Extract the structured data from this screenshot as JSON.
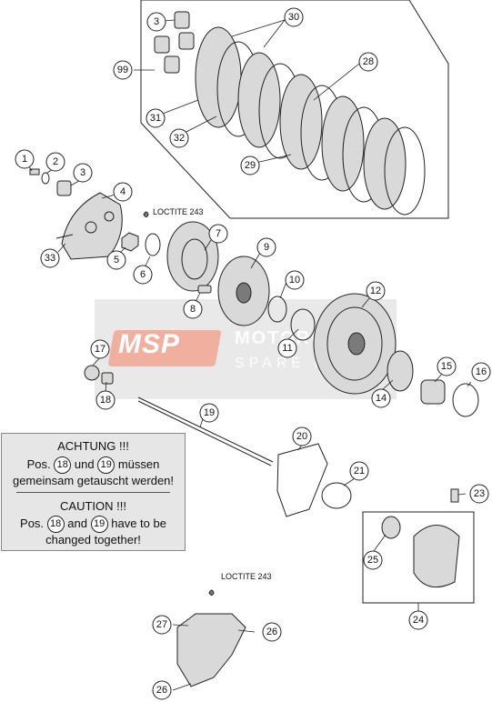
{
  "callouts": {
    "c1": "1",
    "c2": "2",
    "c3a": "3",
    "c3b": "3",
    "c4": "4",
    "c5": "5",
    "c6": "6",
    "c7": "7",
    "c8": "8",
    "c9": "9",
    "c10": "10",
    "c11": "11",
    "c12": "12",
    "c14": "14",
    "c15": "15",
    "c16": "16",
    "c17": "17",
    "c18": "18",
    "c19": "19",
    "c20": "20",
    "c21": "21",
    "c23": "23",
    "c24": "24",
    "c25": "25",
    "c26a": "26",
    "c26b": "26",
    "c27": "27",
    "c28": "28",
    "c29": "29",
    "c30": "30",
    "c31": "31",
    "c32": "32",
    "c33": "33",
    "c99": "99"
  },
  "loctite_labels": {
    "upper": "LOCTITE 243",
    "lower": "LOCTITE 243"
  },
  "note": {
    "de_title": "ACHTUNG !!!",
    "de_line1_a": "Pos.",
    "de_ref1": "18",
    "de_line1_b": "und",
    "de_ref2": "19",
    "de_line1_c": "müssen",
    "de_line2": "gemeinsam getauscht werden!",
    "en_title": "CAUTION !!!",
    "en_line1_a": "Pos.",
    "en_ref1": "18",
    "en_line1_b": "and",
    "en_ref2": "19",
    "en_line1_c": "have to be",
    "en_line2": "changed together!"
  },
  "watermark": {
    "logo": "MSP",
    "line1": "MOTORCYCLE",
    "line2": "SPARE PARTS"
  },
  "colors": {
    "background": "#ffffff",
    "note_box": "#e6e6e6",
    "watermark_logo": "#f39b86",
    "line": "#222222"
  }
}
